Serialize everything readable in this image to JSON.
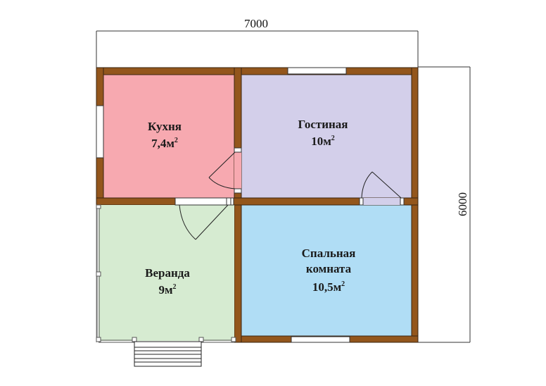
{
  "dimensions": {
    "width_label": "7000",
    "height_label": "6000"
  },
  "colors": {
    "wall": "#93561c",
    "kitchen": "#f7a9b0",
    "living": "#d3cfea",
    "veranda": "#d6ebd1",
    "bedroom": "#b0ddf5",
    "window": "#ffffff"
  },
  "rooms": [
    {
      "id": "kitchen",
      "name": "Кухня",
      "area": "7,4м",
      "unit_sup": "2"
    },
    {
      "id": "living",
      "name": "Гостиная",
      "area": "10м",
      "unit_sup": "2"
    },
    {
      "id": "veranda",
      "name": "Веранда",
      "area": "9м",
      "unit_sup": "2"
    },
    {
      "id": "bedroom",
      "name_line1": "Спальная",
      "name_line2": "комната",
      "area": "10,5м",
      "unit_sup": "2"
    }
  ]
}
